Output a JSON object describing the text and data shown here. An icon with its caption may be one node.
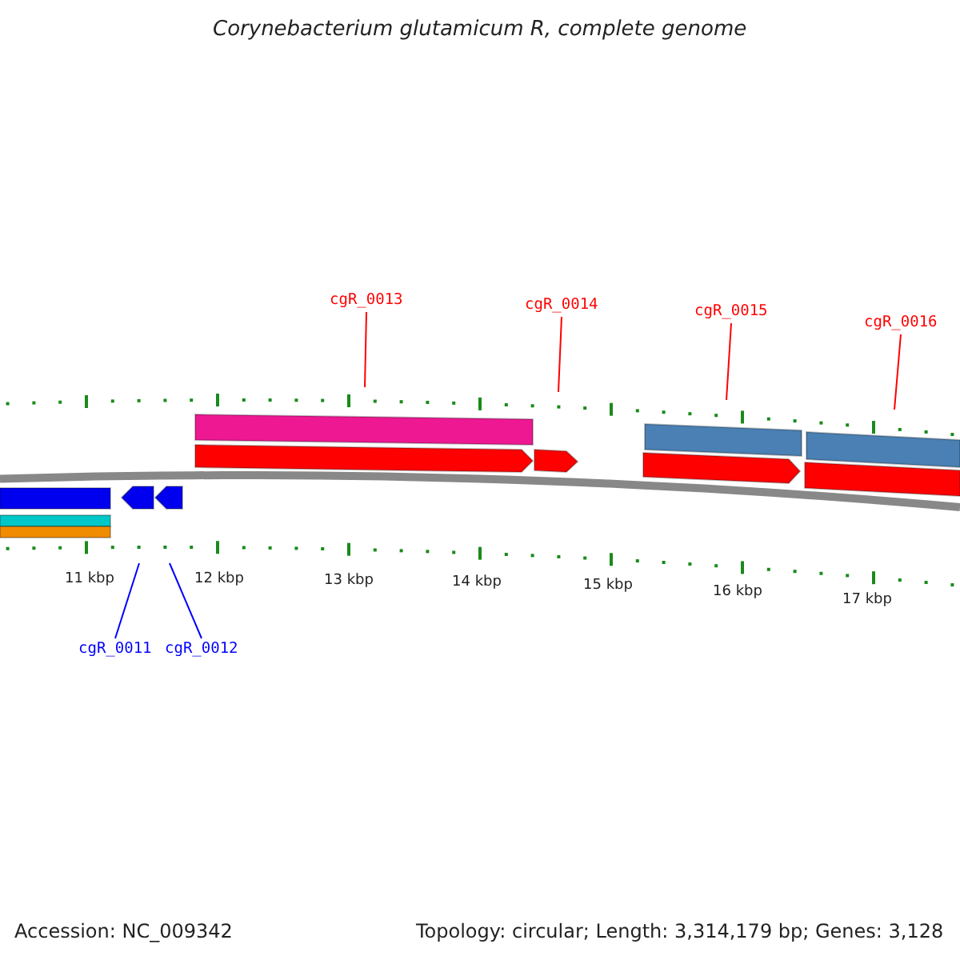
{
  "diagram": {
    "title": "Corynebacterium glutamicum R, complete genome",
    "nodes": [
      {
        "text": [
          "cgR_0013"
        ]
      },
      {
        "text": [
          "cgR_0014"
        ]
      },
      {
        "text": [
          "cgR_0015"
        ]
      },
      {
        "text": [
          "cgR_0016"
        ]
      },
      {
        "text": [
          "cgR_0011"
        ]
      },
      {
        "text": [
          "cgR_0012"
        ]
      }
    ],
    "edges": [
      {
        "from": 0,
        "to": null,
        "arrow": "none"
      },
      {
        "from": 1,
        "to": null,
        "arrow": "none"
      },
      {
        "from": 2,
        "to": null,
        "arrow": "none"
      },
      {
        "from": 3,
        "to": null,
        "arrow": "none"
      },
      {
        "from": 4,
        "to": null,
        "arrow": "none",
        "color": "#0000ff"
      },
      {
        "from": 5,
        "to": null,
        "arrow": "none",
        "color": "#0000ff"
      }
    ],
    "labels": [
      "11 kbp",
      "12 kbp",
      "13 kbp",
      "14 kbp",
      "15 kbp",
      "16 kbp",
      "17 kbp",
      "Accession: NC_009342",
      "Topology: circular; Length: 3,314,179 bp; Genes: 3,128"
    ]
  }
}
